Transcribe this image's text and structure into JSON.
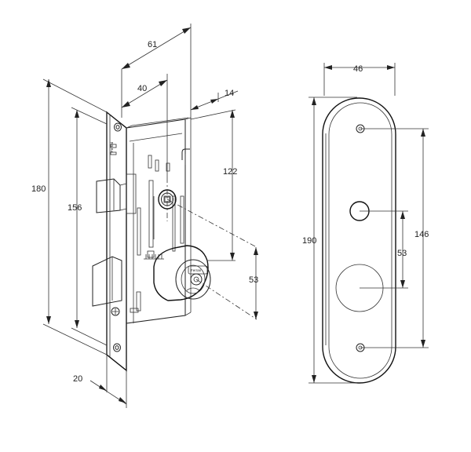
{
  "lock_body": {
    "dimensions": {
      "top_width": "61",
      "backset": "40",
      "depth": "14",
      "faceplate_height": "180",
      "case_height": "156",
      "case_height_right": "122",
      "center_distance": "53",
      "faceplate_width": "20"
    },
    "brand_mark": "Ferrari"
  },
  "escutcheon": {
    "dimensions": {
      "width": "46",
      "height": "190",
      "screw_spacing": "146",
      "center_distance": "53"
    }
  }
}
